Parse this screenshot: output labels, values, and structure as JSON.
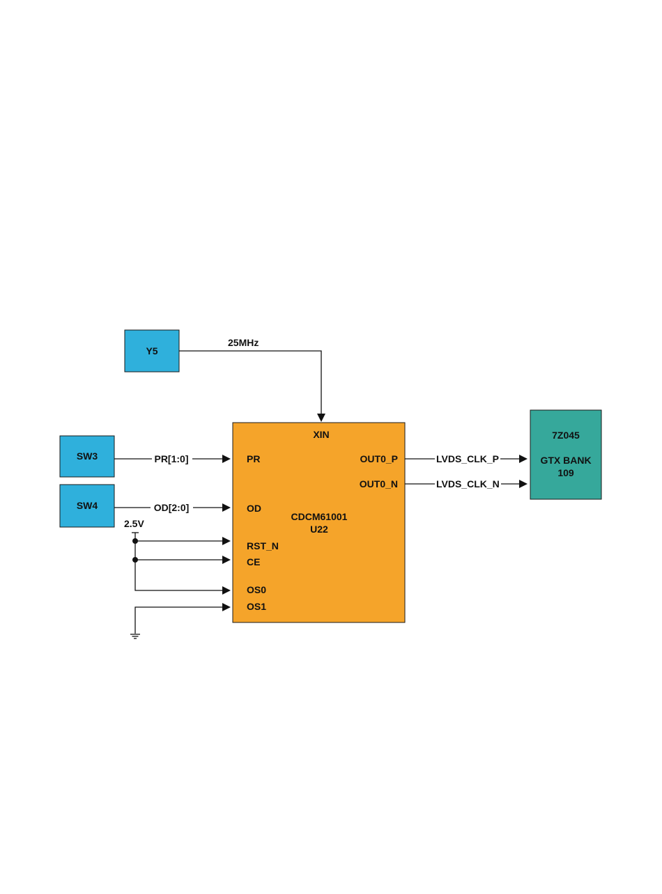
{
  "diagram": {
    "y5": {
      "label": "Y5"
    },
    "sw3": {
      "label": "SW3"
    },
    "sw4": {
      "label": "SW4"
    },
    "clock_freq": "25MHz",
    "pr_bus": "PR[1:0]",
    "od_bus": "OD[2:0]",
    "supply": "2.5V",
    "chip": {
      "name": "CDCM61001",
      "ref": "U22",
      "pins": {
        "xin": "XIN",
        "pr": "PR",
        "od": "OD",
        "rst_n": "RST_N",
        "ce": "CE",
        "os0": "OS0",
        "os1": "OS1",
        "out0_p": "OUT0_P",
        "out0_n": "OUT0_N"
      }
    },
    "net_p": "LVDS_CLK_P",
    "net_n": "LVDS_CLK_N",
    "fpga": {
      "name": "7Z045",
      "bank_line1": "GTX BANK",
      "bank_line2": "109"
    },
    "colors": {
      "blue_box": "#2fb0dc",
      "orange_box": "#f5a42a",
      "teal_box": "#36a89b"
    }
  }
}
